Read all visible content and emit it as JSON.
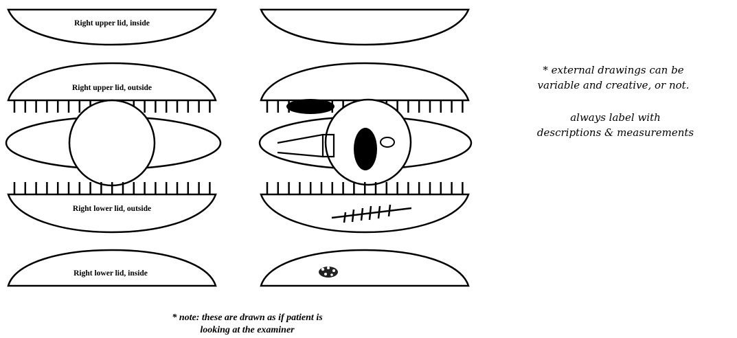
{
  "left_column": {
    "upper_inside_label": "Right upper lid, inside",
    "upper_outside_label": "Right upper lid, outside",
    "lower_outside_label": "Right lower lid, outside",
    "lower_inside_label": "Right lower lid, inside"
  },
  "notes": {
    "external_line1": "* external drawings can be",
    "external_line2": "variable and creative, or not.",
    "label_line1": "always label with",
    "label_line2": "descriptions & measurements",
    "bottom_line1": "* note: these are drawn as if patient is",
    "bottom_line2": "looking at the examiner"
  }
}
